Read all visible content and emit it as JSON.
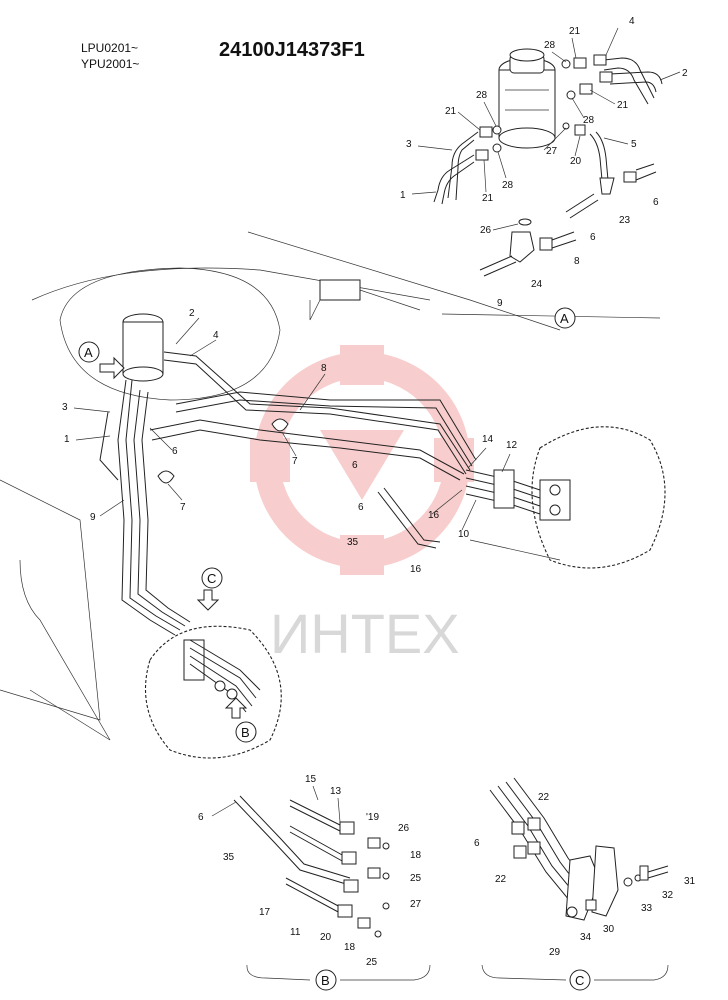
{
  "header": {
    "serial_line_1": "LPU0201~",
    "serial_line_2": "YPU2001~",
    "part_number": "24100J14373F1"
  },
  "watermark": {
    "text": "ИНТЕХ",
    "color": "#f4a6a6"
  },
  "views": {
    "A": "A",
    "B": "B",
    "C": "C"
  },
  "callouts": {
    "A": [
      {
        "n": "4"
      },
      {
        "n": "21"
      },
      {
        "n": "28"
      },
      {
        "n": "2"
      },
      {
        "n": "21"
      },
      {
        "n": "28"
      },
      {
        "n": "21"
      },
      {
        "n": "28"
      },
      {
        "n": "3"
      },
      {
        "n": "27"
      },
      {
        "n": "5"
      },
      {
        "n": "20"
      },
      {
        "n": "28"
      },
      {
        "n": "21"
      },
      {
        "n": "1"
      },
      {
        "n": "6"
      },
      {
        "n": "23"
      },
      {
        "n": "26"
      },
      {
        "n": "6"
      },
      {
        "n": "8"
      },
      {
        "n": "24"
      },
      {
        "n": "9"
      }
    ],
    "main": [
      {
        "n": "2"
      },
      {
        "n": "4"
      },
      {
        "n": "3"
      },
      {
        "n": "1"
      },
      {
        "n": "6"
      },
      {
        "n": "7"
      },
      {
        "n": "7"
      },
      {
        "n": "9"
      },
      {
        "n": "8"
      },
      {
        "n": "6"
      },
      {
        "n": "14"
      },
      {
        "n": "12"
      },
      {
        "n": "6"
      },
      {
        "n": "35"
      },
      {
        "n": "16"
      },
      {
        "n": "10"
      },
      {
        "n": "16"
      }
    ],
    "B": [
      {
        "n": "15"
      },
      {
        "n": "13"
      },
      {
        "n": "6"
      },
      {
        "n": "'19"
      },
      {
        "n": "26"
      },
      {
        "n": "18"
      },
      {
        "n": "35"
      },
      {
        "n": "25"
      },
      {
        "n": "27"
      },
      {
        "n": "17"
      },
      {
        "n": "11"
      },
      {
        "n": "20"
      },
      {
        "n": "18"
      },
      {
        "n": "25"
      }
    ],
    "C": [
      {
        "n": "22"
      },
      {
        "n": "6"
      },
      {
        "n": "22"
      },
      {
        "n": "31"
      },
      {
        "n": "32"
      },
      {
        "n": "33"
      },
      {
        "n": "30"
      },
      {
        "n": "34"
      },
      {
        "n": "29"
      }
    ]
  }
}
